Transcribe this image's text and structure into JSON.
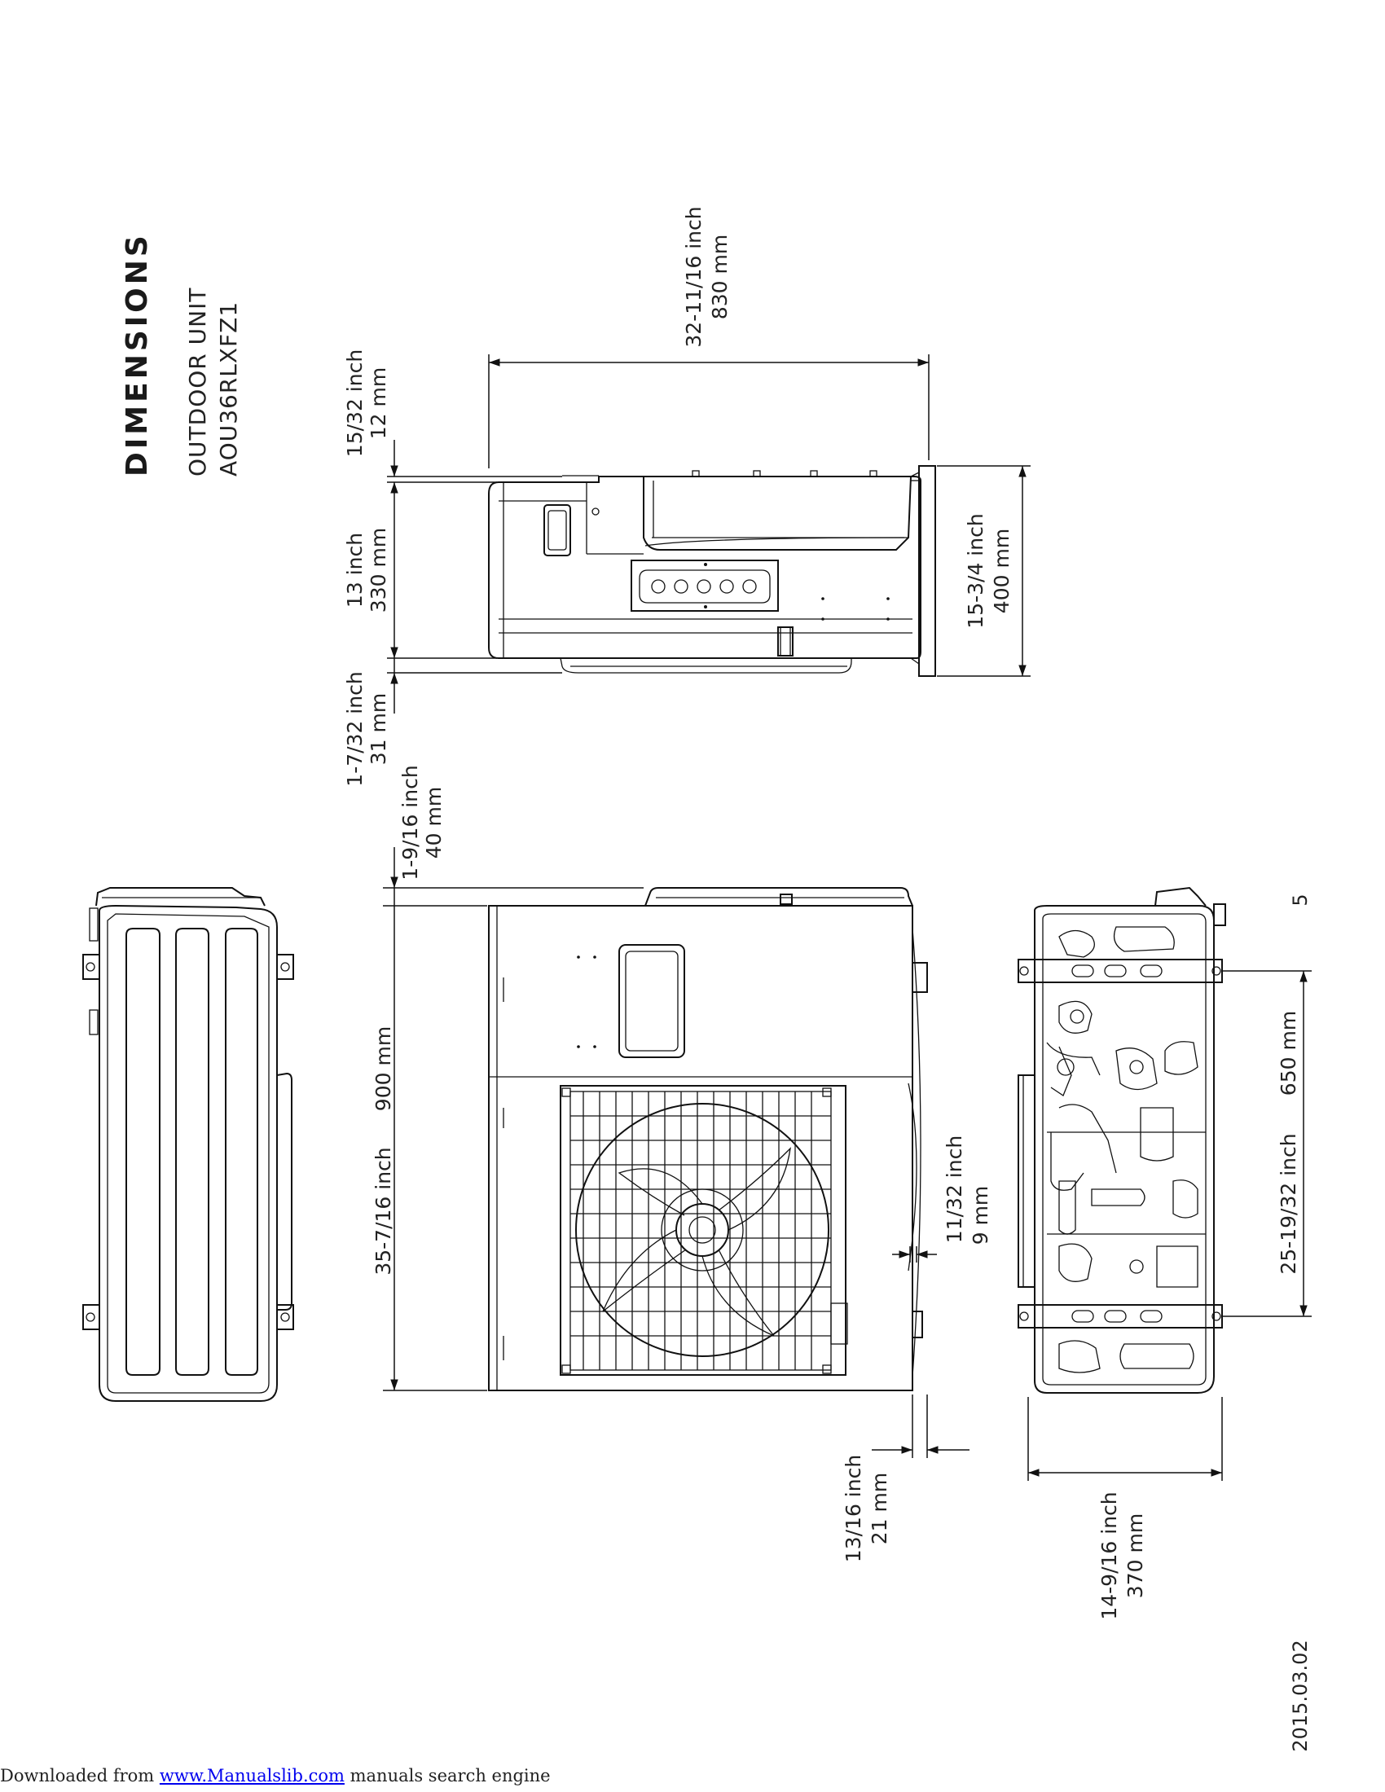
{
  "header": {
    "title": "DIMENSIONS",
    "unit_line": "OUTDOOR UNIT",
    "model_line": "AOU36RLXFZ1"
  },
  "dimensions": {
    "top_total": {
      "inch": "32-11/16 inch",
      "mm": "830 mm"
    },
    "top_offset": {
      "inch": "15/32 inch",
      "mm": "12 mm"
    },
    "top_depth": {
      "inch": "13 inch",
      "mm": "330 mm"
    },
    "top_base": {
      "inch": "1-7/32 inch",
      "mm": "31 mm"
    },
    "top_side": {
      "inch": "15-3/4 inch",
      "mm": "400 mm"
    },
    "front_top": {
      "inch": "1-9/16 inch",
      "mm": "40 mm"
    },
    "front_height": {
      "inch": "35-7/16 inch",
      "mm": "900 mm"
    },
    "front_right": {
      "inch": "11/32 inch",
      "mm": "9 mm"
    },
    "front_bottom": {
      "inch": "13/16 inch",
      "mm": "21 mm"
    },
    "bottom_mount": {
      "inch": "25-19/32 inch",
      "mm": "650 mm"
    },
    "bottom_width": {
      "inch": "14-9/16 inch",
      "mm": "370 mm"
    }
  },
  "page_number": "5",
  "date": "2015.03.02",
  "footer": {
    "prefix": "Downloaded from ",
    "link_text": "www.Manualslib.com",
    "suffix": " manuals search engine"
  }
}
